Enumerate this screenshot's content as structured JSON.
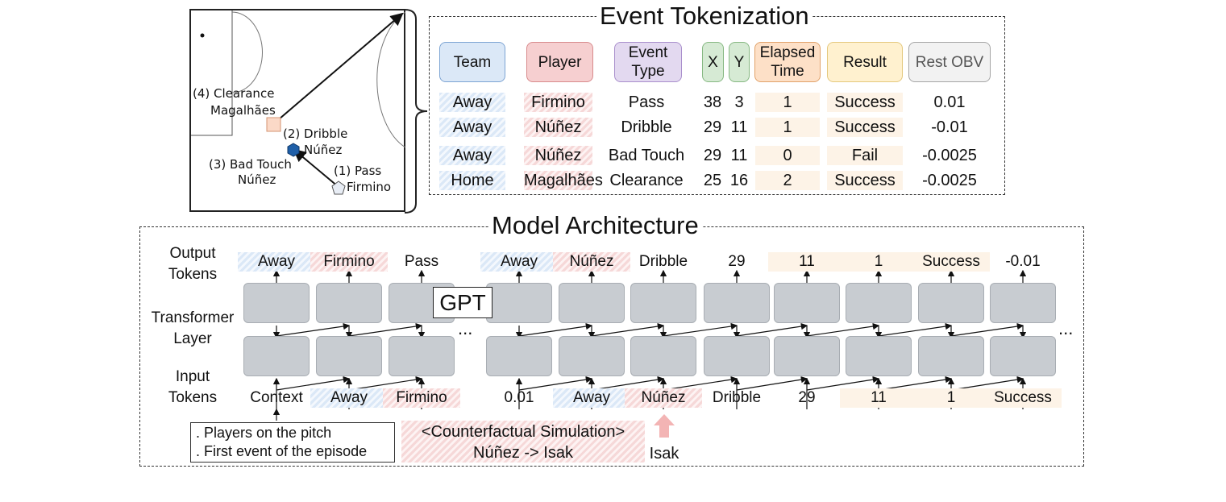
{
  "pitch": {
    "labels": [
      "(4) Clearance",
      "Magalhães",
      "(2) Dribble",
      "Núñez",
      "(3) Bad Touch",
      "Núñez",
      "(1) Pass",
      "Firmino"
    ]
  },
  "tokenization": {
    "title": "Event Tokenization",
    "headers": [
      {
        "label": "Team",
        "color": "#dbe8f7",
        "border": "#7da4d3"
      },
      {
        "label": "Player",
        "color": "#f6cfd0",
        "border": "#d88a8c"
      },
      {
        "label": "Event\nType",
        "color": "#e3d9f0",
        "border": "#a98fcc"
      },
      {
        "label": "X",
        "color": "#d6ead4",
        "border": "#86b882"
      },
      {
        "label": "Y",
        "color": "#d6ead4",
        "border": "#86b882"
      },
      {
        "label": "Elapsed\nTime",
        "color": "#fde0c7",
        "border": "#e1a26a"
      },
      {
        "label": "Result",
        "color": "#fff1cf",
        "border": "#e4c87d"
      },
      {
        "label": "Rest OBV",
        "color": "#f2f2f2",
        "border": "#a5a5a5"
      }
    ],
    "rows": [
      [
        "Away",
        "Firmino",
        "Pass",
        "38",
        "3",
        "1",
        "Success",
        "0.01"
      ],
      [
        "Away",
        "Núñez",
        "Dribble",
        "29",
        "11",
        "1",
        "Success",
        "-0.01"
      ],
      [
        "Away",
        "Núñez",
        "Bad Touch",
        "29",
        "11",
        "0",
        "Fail",
        "-0.0025"
      ],
      [
        "Home",
        "Magalhães",
        "Clearance",
        "25",
        "16",
        "2",
        "Success",
        "-0.0025"
      ]
    ]
  },
  "model": {
    "title": "Model Architecture",
    "row_labels": {
      "output": "Output\nTokens",
      "transformer": "Transformer\nLayer",
      "input": "Input\nTokens"
    },
    "gpt_label": "GPT",
    "ellipsis": "...",
    "output_tokens": [
      "Away",
      "Firmino",
      "Pass",
      "Away",
      "Núñez",
      "Dribble",
      "29",
      "11",
      "1",
      "Success",
      "-0.01"
    ],
    "input_tokens": [
      "Context",
      "Away",
      "Firmino",
      "0.01",
      "Away",
      "Núñez",
      "Dribble",
      "29",
      "11",
      "1",
      "Success"
    ],
    "context_items": [
      ".   Players on the pitch",
      ".  First event of the episode"
    ],
    "counterfactual": {
      "line1": "<Counterfactual  Simulation>",
      "line2": "Núñez -> Isak",
      "replacement": "Isak"
    },
    "arrow_color": "#f3b4b4"
  }
}
